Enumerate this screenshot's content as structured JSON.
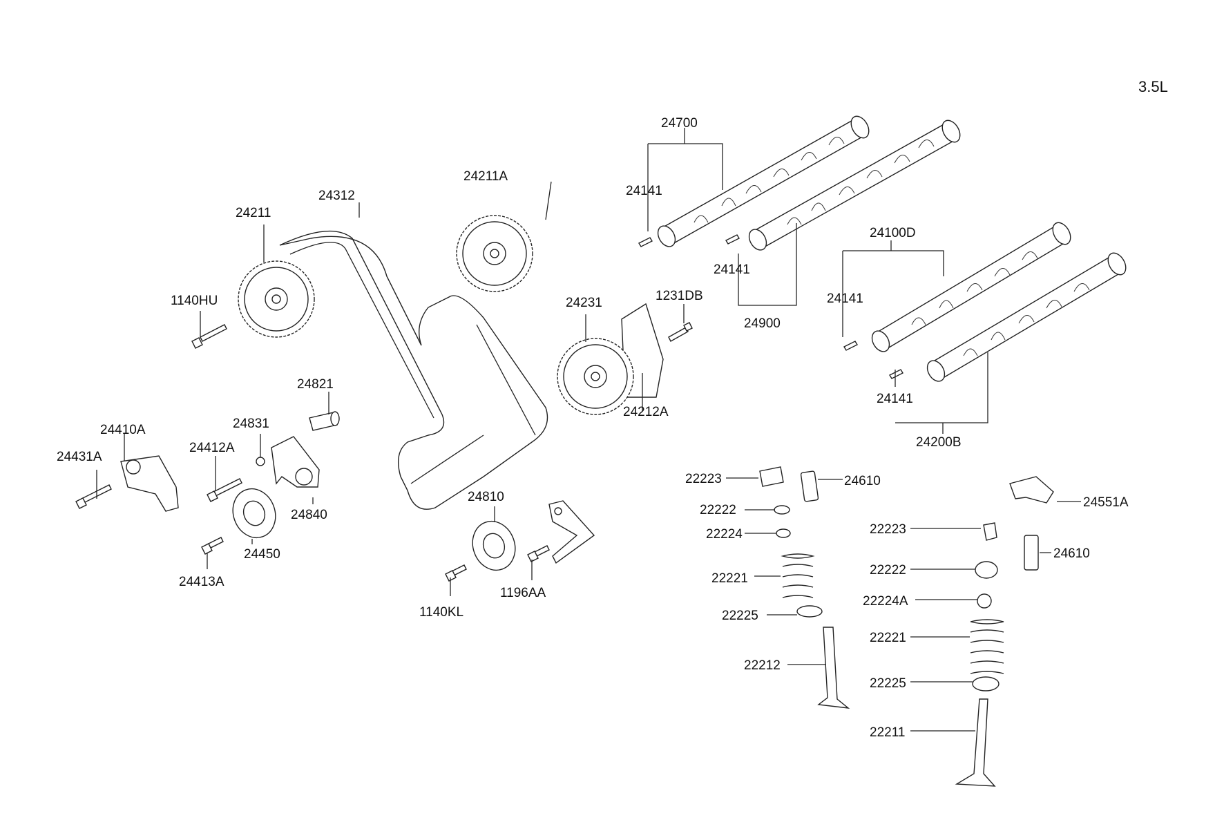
{
  "diagram": {
    "engine_label": "3.5L",
    "labels": {
      "p24700": "24700",
      "p24141_a": "24141",
      "p24141_b": "24141",
      "p24900": "24900",
      "p24100D": "24100D",
      "p24141_c": "24141",
      "p24141_d": "24141",
      "p24200B": "24200B",
      "p24211A": "24211A",
      "p24312": "24312",
      "p24211": "24211",
      "p1140HU": "1140HU",
      "p24231": "24231",
      "p1231DB": "1231DB",
      "p24212A": "24212A",
      "p24821": "24821",
      "p24410A": "24410A",
      "p24831": "24831",
      "p24431A": "24431A",
      "p24412A": "24412A",
      "p24840": "24840",
      "p24450": "24450",
      "p24413A": "24413A",
      "p24810": "24810",
      "p1140KL": "1140KL",
      "p1196AA": "1196AA",
      "p22223_a": "22223",
      "p24610_a": "24610",
      "p22222_a": "22222",
      "p22224": "22224",
      "p22221_a": "22221",
      "p22225_a": "22225",
      "p22212": "22212",
      "p24551A": "24551A",
      "p22223_b": "22223",
      "p24610_b": "24610",
      "p22222_b": "22222",
      "p22224A": "22224A",
      "p22221_b": "22221",
      "p22225_b": "22225",
      "p22211": "22211"
    }
  }
}
